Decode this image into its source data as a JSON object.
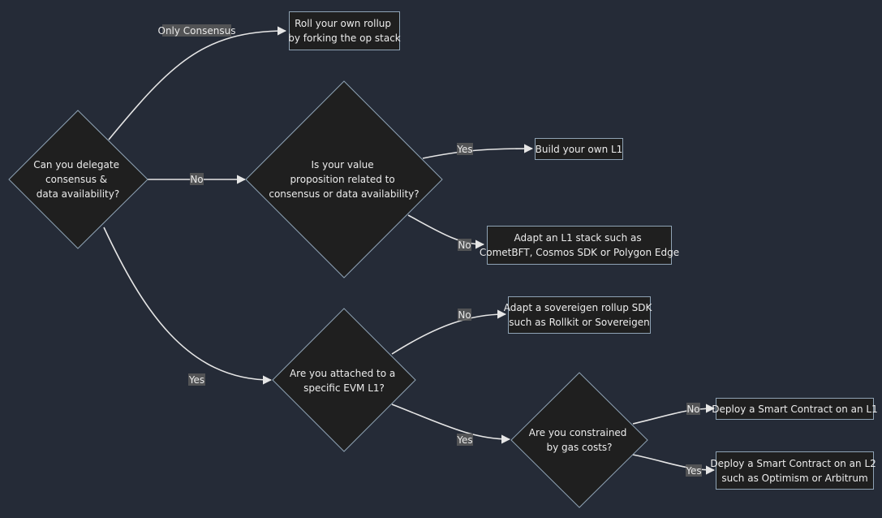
{
  "colors": {
    "background": "#252b37",
    "node_fill": "#1f1f1f",
    "node_stroke": "#8fa3b5",
    "edge": "#e6e6e6",
    "label_bg": "#5a5a5a"
  },
  "decisions": {
    "delegate": [
      "Can you delegate",
      "consensus &",
      "data availability?"
    ],
    "value_prop": [
      "Is your value",
      "proposition related to",
      "consensus or data availability?"
    ],
    "evm": [
      "Are you attached to a",
      "specific EVM L1?"
    ],
    "gas": [
      "Are you constrained",
      "by gas costs?"
    ]
  },
  "outcomes": {
    "rollup_fork": [
      "Roll your own rollup",
      "by forking the op stack"
    ],
    "own_l1": [
      "Build your own L1"
    ],
    "adapt_l1": [
      "Adapt an L1 stack such as",
      "CometBFT, Cosmos SDK or Polygon Edge"
    ],
    "sovereign": [
      "Adapt a sovereigen rollup SDK",
      "such as Rollkit or Sovereigen"
    ],
    "deploy_l1": [
      "Deploy a Smart Contract on an L1"
    ],
    "deploy_l2": [
      "Deploy a Smart Contract on an L2",
      "such as Optimism or Arbitrum"
    ]
  },
  "edge_labels": {
    "only_consensus": "Only Consensus",
    "delegate_no": "No",
    "delegate_yes": "Yes",
    "value_yes": "Yes",
    "value_no": "No",
    "evm_no": "No",
    "evm_yes": "Yes",
    "gas_no": "No",
    "gas_yes": "Yes"
  }
}
